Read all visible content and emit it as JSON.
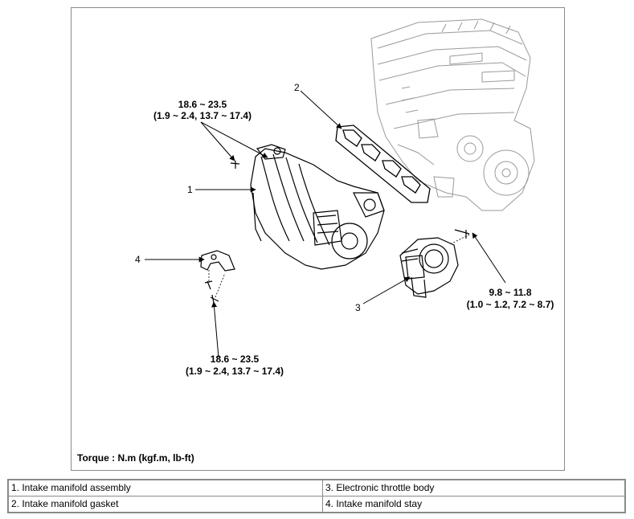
{
  "torque_labels": {
    "top_left": {
      "value": "18.6 ~ 23.5",
      "conversion": "(1.9 ~ 2.4, 13.7 ~ 17.4)"
    },
    "bottom_left": {
      "value": "18.6 ~ 23.5",
      "conversion": "(1.9 ~ 2.4, 13.7 ~ 17.4)"
    },
    "right": {
      "value": "9.8 ~ 11.8",
      "conversion": "(1.0 ~ 1.2, 7.2 ~ 8.7)"
    }
  },
  "callouts": [
    "1",
    "2",
    "3",
    "4"
  ],
  "torque_note": "Torque : N.m (kgf.m, lb-ft)",
  "legend": [
    [
      "1. Intake manifold assembly",
      "3. Electronic throttle body"
    ],
    [
      "2. Intake manifold gasket",
      "4. Intake manifold stay"
    ]
  ]
}
